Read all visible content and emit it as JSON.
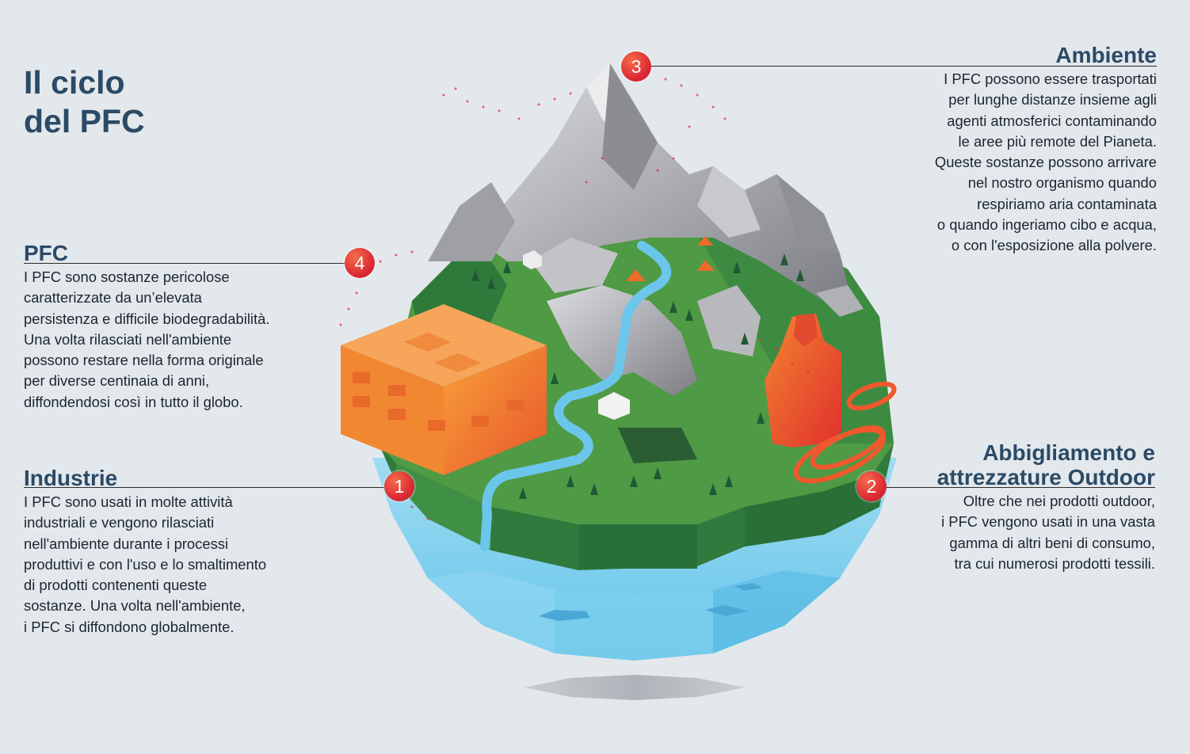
{
  "title": "Il ciclo\ndel PFC",
  "sections": {
    "pfc": {
      "number": "4",
      "heading": "PFC",
      "text": "I PFC sono sostanze pericolose\ncaratterizzate da un’elevata\npersistenza e difficile biodegradabilità.\nUna volta rilasciati nell'ambiente\npossono restare nella forma originale\nper diverse centinaia di anni,\ndiffondendosi così in tutto il globo."
    },
    "industrie": {
      "number": "1",
      "heading": "Industrie",
      "text": "I PFC sono usati in molte attività\nindustriali e vengono rilasciati\nnell'ambiente durante i processi\nproduttivi e con l'uso e lo smaltimento\ndi prodotti contenenti queste\nsostanze. Una volta nell'ambiente,\ni PFC si diffondono globalmente."
    },
    "ambiente": {
      "number": "3",
      "heading": "Ambiente",
      "text": "I PFC possono essere trasportati\nper lunghe distanze insieme agli\nagenti atmosferici contaminando\nle aree più remote del Pianeta.\nQueste sostanze possono arrivare\nnel nostro organismo quando\nrespiriamo aria contaminata\no quando ingeriamo cibo e acqua,\no con l'esposizione alla polvere."
    },
    "outdoor": {
      "number": "2",
      "heading": "Abbigliamento e\nattrezzature Outdoor",
      "text": "Oltre che nei prodotti outdoor,\ni PFC vengono usati in una vasta\ngamma di altri beni di consumo,\ntra cui numerosi  prodotti tessili."
    }
  },
  "colors": {
    "heading": "#2b4a66",
    "badge": "#e02b35",
    "grass": "#4f9a45",
    "water": "#7fd0ec",
    "rock": "#a8a9ad",
    "factory": "#f07a2a"
  }
}
